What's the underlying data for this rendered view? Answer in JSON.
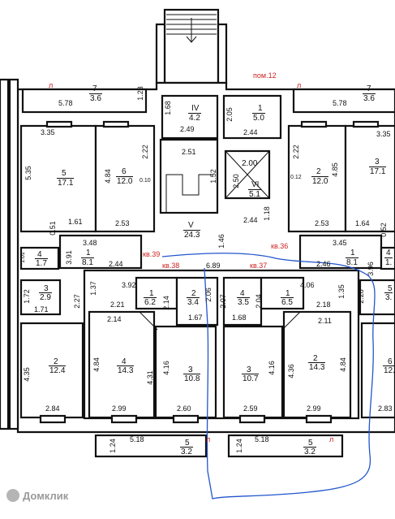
{
  "colors": {
    "wall": "#111111",
    "red_label": "#cc2222",
    "scribble": "#2255cc",
    "watermark": "#9a9a9a"
  },
  "labels": {
    "pom12": "пом.12",
    "kv39": "кв.39",
    "kv38": "кв.38",
    "kv37": "кв.37",
    "kv36": "кв.36",
    "l": "л",
    "watermark": "Домклик"
  },
  "rooms": {
    "r7l": {
      "num": "7",
      "area": "3.6"
    },
    "r7r": {
      "num": "7",
      "area": "3.6"
    },
    "rIV": {
      "num": "IV",
      "area": "4.2"
    },
    "r1top": {
      "num": "1",
      "area": "5.0"
    },
    "r5l": {
      "num": "5",
      "area": "17.1"
    },
    "r6l": {
      "num": "6",
      "area": "12.0"
    },
    "r2r": {
      "num": "2",
      "area": "12.0"
    },
    "r3r": {
      "num": "3",
      "area": "17.1"
    },
    "rV": {
      "num": "V",
      "area": "24.3"
    },
    "rVI": {
      "num": "VI",
      "area": "5.1"
    },
    "r4a": {
      "num": "4",
      "area": "1.7"
    },
    "r1a": {
      "num": "1",
      "area": "8.1"
    },
    "r1b": {
      "num": "1",
      "area": "8.1"
    },
    "r4b": {
      "num": "4",
      "area": "1."
    },
    "r3a": {
      "num": "3",
      "area": "2.9"
    },
    "r1c": {
      "num": "1",
      "area": "6.2"
    },
    "r2c": {
      "num": "2",
      "area": "3.4"
    },
    "r4c": {
      "num": "4",
      "area": "3.5"
    },
    "r1d": {
      "num": "1",
      "area": "6.5"
    },
    "r5e": {
      "num": "5",
      "area": "3."
    },
    "r2big": {
      "num": "2",
      "area": "12.4"
    },
    "r4big": {
      "num": "4",
      "area": "14.3"
    },
    "r3big": {
      "num": "3",
      "area": "10.8"
    },
    "r3big2": {
      "num": "3",
      "area": "10.7"
    },
    "r2big2": {
      "num": "2",
      "area": "14.3"
    },
    "r6edge": {
      "num": "6",
      "area": "12."
    },
    "r5bl": {
      "num": "5",
      "area": "3.2"
    },
    "r5br": {
      "num": "5",
      "area": "3.2"
    },
    "rStairs": {
      "num": "2.00",
      "area": ""
    }
  },
  "dims": {
    "d1": "5.78",
    "d2": "1.23",
    "d3": "1.68",
    "d4": "2.49",
    "d5": "2.05",
    "d6": "2.44",
    "d7": "5.78",
    "d8": "3.35",
    "d9": "3.35",
    "d10": "2.22",
    "d11": "2.51",
    "d12": "2.22",
    "d13": "5.35",
    "d14": "4.84",
    "d15": "0.10",
    "d16": "2.50",
    "d17": "1.52",
    "d18": "0.12",
    "d19": "4.85",
    "d20": "0.51",
    "d21": "1.61",
    "d22": "2.53",
    "d23": "2.44",
    "d24": "1.18",
    "d25": "2.53",
    "d26": "1.64",
    "d27": "0.52",
    "d28": "3.48",
    "d29": "3.91",
    "d30": "2.44",
    "d31": "1.46",
    "d32": "3.45",
    "d33": "2.46",
    "d34": "3.96",
    "d35": "6.89",
    "d36": "1.01",
    "d37": "1.37",
    "d38": "3.92",
    "d39": "2.21",
    "d40": "2.14",
    "d41": "2.06",
    "d42": "2.07",
    "d43": "2.04",
    "d44": "4.06",
    "d45": "1.35",
    "d46": "2.18",
    "d47": "2.28",
    "d48": "1.72",
    "d49": "1.71",
    "d50": "2.27",
    "d51": "1.67",
    "d52": "1.68",
    "d53": "2.14",
    "d54": "2.11",
    "d55": "4.35",
    "d56": "4.84",
    "d57": "4.31",
    "d58": "4.16",
    "d59": "4.16",
    "d60": "4.36",
    "d61": "4.84",
    "d62": "2.84",
    "d63": "2.99",
    "d64": "2.60",
    "d65": "2.59",
    "d66": "2.99",
    "d67": "2.83",
    "d68": "1.24",
    "d69": "5.18",
    "d70": "1.24",
    "d71": "5.18"
  }
}
